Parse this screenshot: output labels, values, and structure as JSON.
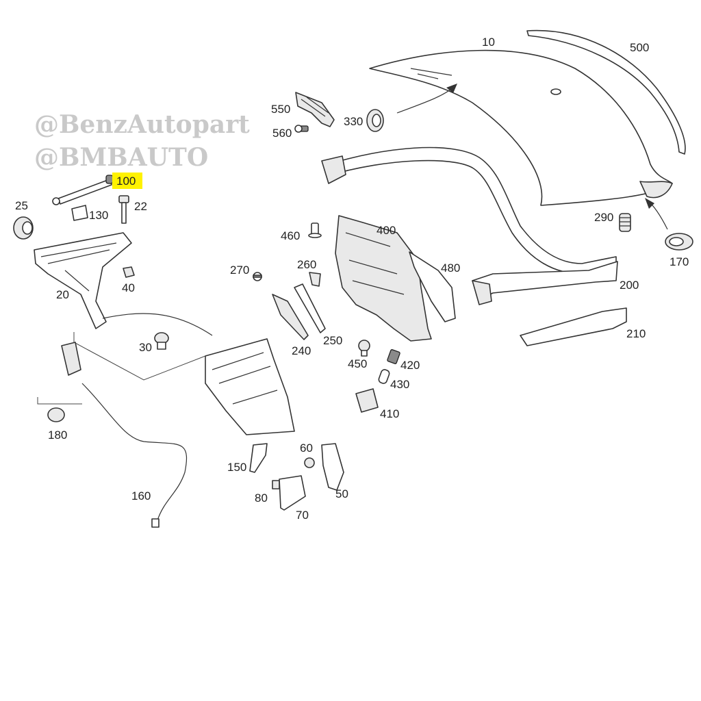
{
  "watermark": {
    "line1": "@BenzAutopart",
    "line2": "@BMBAUTO"
  },
  "highlight_color": "#fff200",
  "parts": {
    "p10": "10",
    "p500": "500",
    "p550": "550",
    "p560": "560",
    "p330": "330",
    "p100": "100",
    "p25": "25",
    "p130": "130",
    "p22": "22",
    "p290": "290",
    "p170": "170",
    "p460": "460",
    "p400": "400",
    "p270": "270",
    "p260": "260",
    "p480": "480",
    "p200": "200",
    "p20": "20",
    "p40": "40",
    "p30": "30",
    "p240": "240",
    "p250": "250",
    "p450": "450",
    "p420": "420",
    "p430": "430",
    "p210": "210",
    "p410": "410",
    "p180": "180",
    "p160": "160",
    "p150": "150",
    "p60": "60",
    "p80": "80",
    "p70": "70",
    "p50": "50"
  }
}
